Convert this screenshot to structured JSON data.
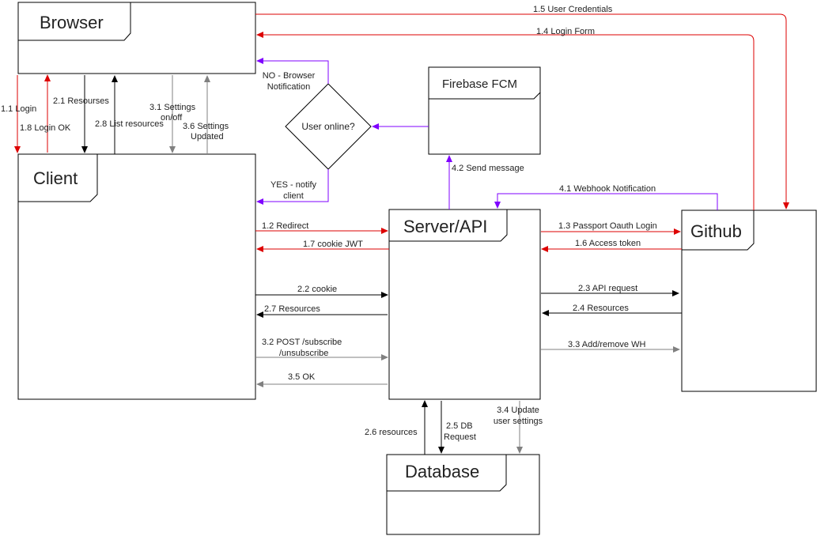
{
  "nodes": {
    "browser": "Browser",
    "client": "Client",
    "server": "Server/API",
    "github": "Github",
    "database": "Database",
    "firebase": "Firebase FCM",
    "decision": "User online?"
  },
  "colors": {
    "auth": "#dd0000",
    "resources": "#000000",
    "settings": "#808080",
    "notification": "#7f00ff"
  },
  "flows": {
    "f1_1": "1.1 Login",
    "f1_2": "1.2 Redirect",
    "f1_3": "1.3 Passport Oauth Login",
    "f1_4": "1.4 Login Form",
    "f1_5": "1.5 User Credentials",
    "f1_6": "1.6 Access token",
    "f1_7": "1.7 cookie JWT",
    "f1_8": "1.8 Login OK",
    "f2_1": "2.1 Resourses",
    "f2_2": "2.2 cookie",
    "f2_3": "2.3 API request",
    "f2_4": "2.4 Resources",
    "f2_5_a": "2.5 DB",
    "f2_5_b": "Request",
    "f2_6": "2.6 resources",
    "f2_7": "2.7 Resources",
    "f2_8": "2.8 List resources",
    "f3_1_a": "3.1 Settings",
    "f3_1_b": "on/off",
    "f3_2_a": "3.2 POST /subscribe",
    "f3_2_b": "/unsubscribe",
    "f3_3": "3.3 Add/remove WH",
    "f3_4_a": "3.4 Update",
    "f3_4_b": "user settings",
    "f3_5": "3.5 OK",
    "f3_6_a": "3.6 Settings",
    "f3_6_b": "Updated",
    "f4_1": "4.1 Webhook Notification",
    "f4_2": "4.2 Send message",
    "no_a": "NO - Browser",
    "no_b": "Notification",
    "yes_a": "YES - notify",
    "yes_b": "client"
  }
}
